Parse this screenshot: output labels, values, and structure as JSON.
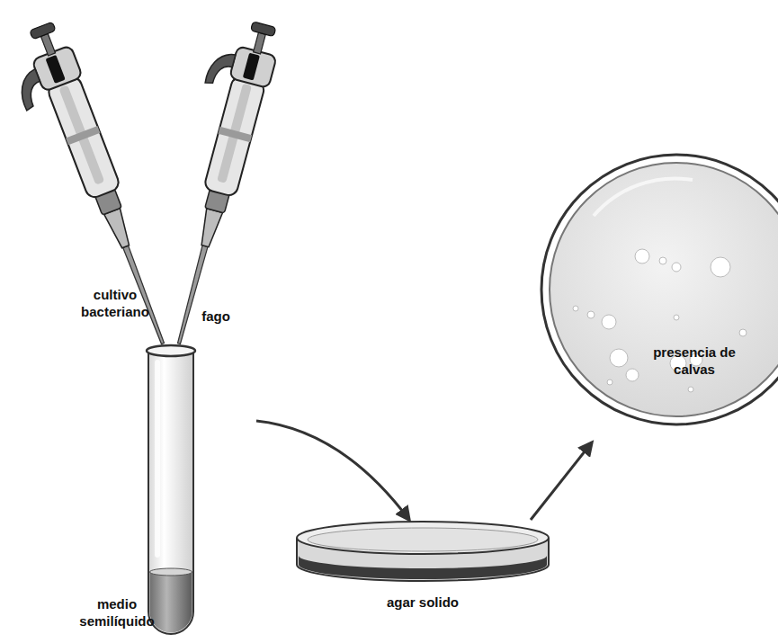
{
  "diagram": {
    "labels": [
      "cultivo bacteriano",
      "fago",
      "medio semilíquido",
      "agar solido",
      "presencia de calvas"
    ]
  }
}
